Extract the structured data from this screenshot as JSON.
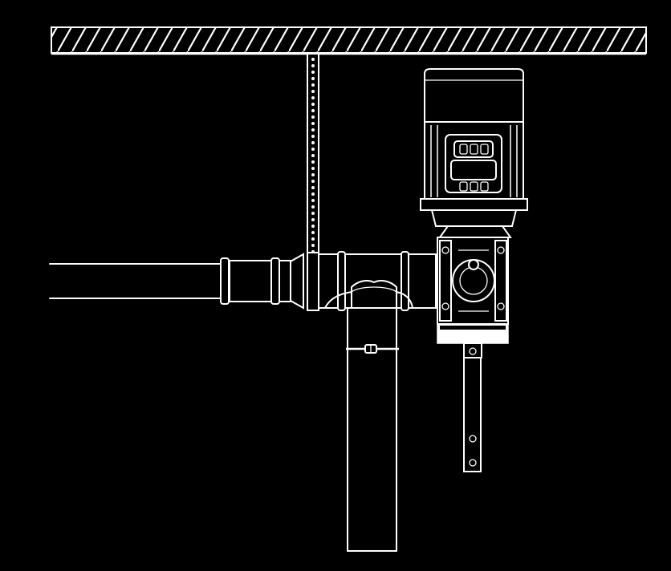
{
  "diagram": {
    "background": "#000000",
    "line_color": "#ffffff",
    "components": [
      {
        "name": "ceiling",
        "kind": "hatched-ceiling-beam"
      },
      {
        "name": "hanger-strap",
        "kind": "perforated-hanger"
      },
      {
        "name": "horizontal-duct",
        "kind": "pipe-with-coupling-rings"
      },
      {
        "name": "tee-junction",
        "kind": "pipe-tee"
      },
      {
        "name": "vertical-drop-pipe",
        "kind": "downpipe-with-hose-clamp"
      },
      {
        "name": "electric-motor",
        "kind": "ribbed-motor"
      },
      {
        "name": "gearbox",
        "kind": "worm-gear-reducer"
      },
      {
        "name": "lever-arm",
        "kind": "perforated-flat-bar"
      }
    ]
  }
}
